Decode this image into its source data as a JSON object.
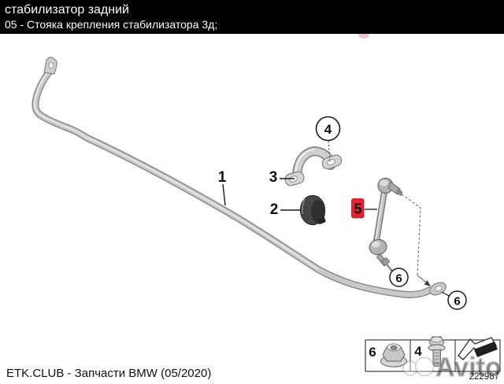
{
  "header": {
    "title": "стабилизатор задний",
    "subtitle": "05 - Стояка крепления стабилизатора 3д;"
  },
  "footer": {
    "caption": "ETK.CLUB - Запчасти BMW (05/2020)"
  },
  "diagram": {
    "callouts": {
      "stabilizer_bar": "1",
      "rubber_mount": "2",
      "bracket": "3",
      "bracket_screw": "4",
      "stabilizer_link": "5",
      "link_nut_upper": "6",
      "link_nut_lower": "6"
    },
    "highlight_color": "#e52230",
    "legend": {
      "nut_ref": "6",
      "screw_ref": "4",
      "icons": [
        "flange-nut-icon",
        "hex-bolt-icon",
        "direction-of-travel-arrow-icon"
      ]
    },
    "sheet_number": "222987",
    "watermark": "Avito"
  }
}
